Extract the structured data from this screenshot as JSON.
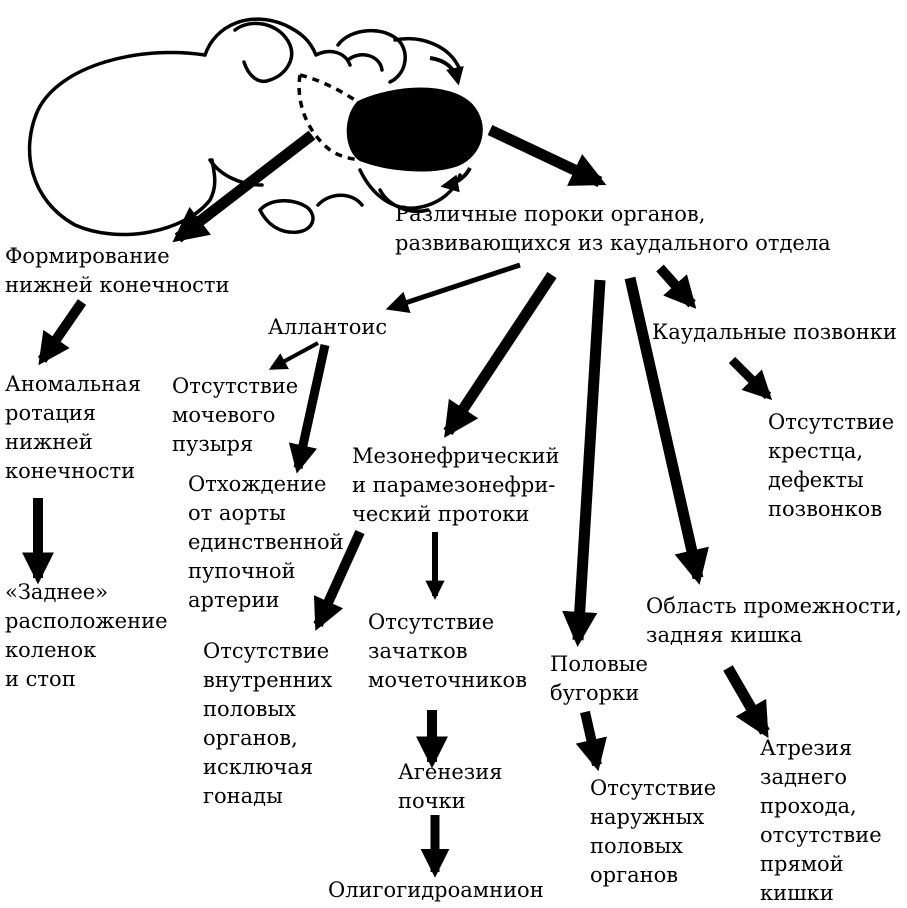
{
  "diagram": {
    "root": [
      "Различные пороки органов,",
      "развивающихся из каудального отдела"
    ],
    "limb_formation": [
      "Формирование",
      "нижней конечности"
    ],
    "abnormal_rotation": [
      "Аномальная",
      "ротация",
      "нижней",
      "конечности"
    ],
    "posterior_position": [
      "«Заднее»",
      "расположение",
      "коленок",
      "и стоп"
    ],
    "allantois": [
      "Аллантоис"
    ],
    "no_bladder": [
      "Отсутствие",
      "мочевого",
      "пузыря"
    ],
    "single_artery": [
      "Отхождение",
      "от аорты",
      "единственной",
      "пупочной",
      "артерии"
    ],
    "mesonephric": [
      "Мезонефрический",
      "и парамезонефри-",
      "ческий протоки"
    ],
    "no_internal_organs": [
      "Отсутствие",
      "внутренних",
      "половых",
      "органов,",
      "исключая",
      "гонады"
    ],
    "no_ureter_buds": [
      "Отсутствие",
      "зачатков",
      "мочеточников"
    ],
    "kidney_agenesis": [
      "Агенезия",
      "почки"
    ],
    "oligohydramnios": [
      "Олигогидроамнион"
    ],
    "genital_tubercles": [
      "Половые",
      "бугорки"
    ],
    "no_external_organs": [
      "Отсутствие",
      "наружных",
      "половых",
      "органов"
    ],
    "caudal_vertebrae": [
      "Каудальные позвонки"
    ],
    "no_sacrum": [
      "Отсутствие",
      "крестца,",
      "дефекты",
      "позвонков"
    ],
    "perineum": [
      "Область промежности,",
      "задняя кишка"
    ],
    "anal_atresia": [
      "Атрезия",
      "заднего",
      "прохода,",
      "отсутствие",
      "прямой",
      "кишки"
    ]
  }
}
